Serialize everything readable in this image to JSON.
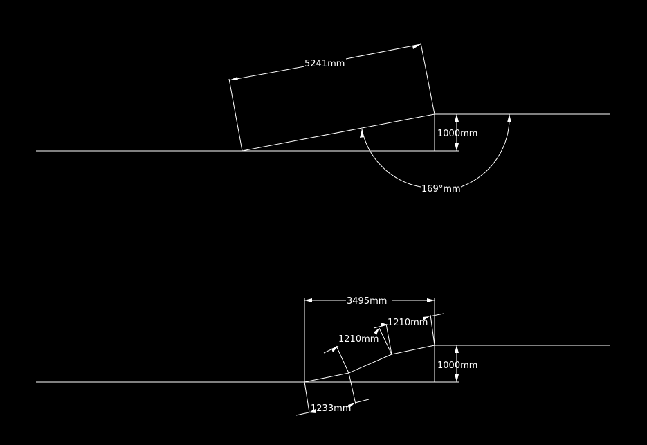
{
  "top_figure": {
    "dims": {
      "length": "5241mm",
      "height": "1000mm",
      "angle": "169°mm"
    }
  },
  "bottom_figure": {
    "dims": {
      "width": "3495mm",
      "height": "1000mm",
      "segment_upper": "1210mm",
      "segment_middle": "1210mm",
      "segment_lower": "1233mm"
    }
  },
  "colors": {
    "background": "#000000",
    "stroke": "#ffffff"
  }
}
